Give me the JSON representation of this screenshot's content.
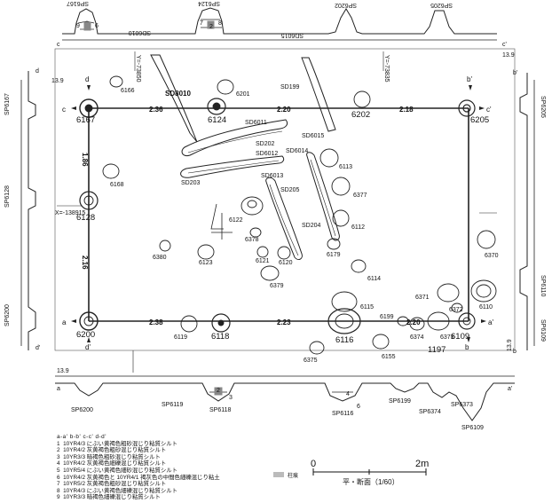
{
  "pits": [
    {
      "id": "6166",
      "label": "6166"
    },
    {
      "id": "6167",
      "label": "6167"
    },
    {
      "id": "6201",
      "label": "6201"
    },
    {
      "id": "6124",
      "label": "6124"
    },
    {
      "id": "6202",
      "label": "6202"
    },
    {
      "id": "6205",
      "label": "6205"
    },
    {
      "id": "6168",
      "label": "6168"
    },
    {
      "id": "6128",
      "label": "6128"
    },
    {
      "id": "6113",
      "label": "6113"
    },
    {
      "id": "6377",
      "label": "6377"
    },
    {
      "id": "6112",
      "label": "6112"
    },
    {
      "id": "6122",
      "label": "6122"
    },
    {
      "id": "6378",
      "label": "6378"
    },
    {
      "id": "6380",
      "label": "6380"
    },
    {
      "id": "6123",
      "label": "6123"
    },
    {
      "id": "6121",
      "label": "6121"
    },
    {
      "id": "6120",
      "label": "6120"
    },
    {
      "id": "6179",
      "label": "6179"
    },
    {
      "id": "6379",
      "label": "6379"
    },
    {
      "id": "6114",
      "label": "6114"
    },
    {
      "id": "6370",
      "label": "6370"
    },
    {
      "id": "6371",
      "label": "6371"
    },
    {
      "id": "6110",
      "label": "6110"
    },
    {
      "id": "6115",
      "label": "6115"
    },
    {
      "id": "6372",
      "label": "6372"
    },
    {
      "id": "6199",
      "label": "6199"
    },
    {
      "id": "6374",
      "label": "6374"
    },
    {
      "id": "6373",
      "label": "6373"
    },
    {
      "id": "6200",
      "label": "6200"
    },
    {
      "id": "6119",
      "label": "6119"
    },
    {
      "id": "6118",
      "label": "6118"
    },
    {
      "id": "6116",
      "label": "6116"
    },
    {
      "id": "6109",
      "label": "6109"
    },
    {
      "id": "6375",
      "label": "6375"
    },
    {
      "id": "6155",
      "label": "6155"
    },
    {
      "id": "1197",
      "label": "1197"
    }
  ],
  "ditches": {
    "SD8010": "SD8010",
    "SD199": "SD199",
    "SD6011": "SD6011",
    "SD202": "SD202",
    "SD6012": "SD6012",
    "SD6014": "SD6014",
    "SD6015": "SD6015",
    "SD6013": "SD6013",
    "SD203": "SD203",
    "SD205": "SD205",
    "SD204": "SD204"
  },
  "distances": {
    "top_left": "2.36",
    "top_mid": "2.20",
    "top_right": "2.18",
    "left_upper": "1.86",
    "left_lower": "2.16",
    "bottom_left": "2.38",
    "bottom_mid": "2.23",
    "bottom_right": "2.20"
  },
  "grid": {
    "y_left": "Y=-73850",
    "y_right": "Y=-73835",
    "x_mark": "X=-138915"
  },
  "section_letters": {
    "a": "a",
    "a_prime": "a'",
    "b": "b",
    "b_prime": "b'",
    "c": "c",
    "c_prime": "c'",
    "d": "d",
    "d_prime": "d'"
  },
  "elevations": {
    "left_top": "13.9",
    "right_top": "13.9",
    "bottom_left": "13.9",
    "bottom_right": "13.9"
  },
  "top_section": {
    "SP6167": "SP6167",
    "SP6124": "SP6124",
    "SD6010": "SD6010",
    "SD6015": "SD6015",
    "SP6202": "SP6202",
    "SP6205": "SP6205",
    "nums": [
      "9",
      "6",
      "7",
      "2",
      "8",
      "9",
      "1"
    ]
  },
  "left_section": {
    "SP6167": "SP6167",
    "SP6128": "SP6128",
    "SP6200": "SP6200"
  },
  "right_section": {
    "SP6205": "SP6205",
    "SP6110": "SP6110",
    "SP6109": "SP6109"
  },
  "bottom_section": {
    "SP6200": "SP6200",
    "SP6119": "SP6119",
    "SP6118": "SP6118",
    "SP6116": "SP6116",
    "SP6199": "SP6199",
    "SP6374": "SP6374",
    "SP6373": "SP6373",
    "SP6109": "SP6109",
    "nums_6118": [
      "2",
      "3"
    ],
    "nums_6116": [
      "4",
      "6"
    ]
  },
  "legend": {
    "header": "a-a'  b-b'  c-c'  d-d'",
    "rows": [
      {
        "n": "1",
        "text": "10YR4/3 にぶい黄褐色粗砂混じり粘質シルト"
      },
      {
        "n": "2",
        "text": "10YR4/2 灰黄褐色粗砂混じり粘質シルト"
      },
      {
        "n": "3",
        "text": "10YR3/3 暗褐色粗砂混じり粘質シルト"
      },
      {
        "n": "4",
        "text": "10YR4/2 灰黄褐色細礫混じり粘質シルト"
      },
      {
        "n": "5",
        "text": "10YR5/4 にぶい黄褐色細砂混じり粘質シルト"
      },
      {
        "n": "6",
        "text": "10YR4/2 灰黄褐色と 10YR4/1 褐灰色の中間色細礫混じり粘土"
      },
      {
        "n": "7",
        "text": "10YR5/2 灰黄褐色粗砂混じり粘質シルト"
      },
      {
        "n": "8",
        "text": "10YR4/3 にぶい黄褐色細礫混じり粘質シルト"
      },
      {
        "n": "9",
        "text": "10YR3/3 暗褐色細礫混じり粘質シルト"
      }
    ]
  },
  "scale": {
    "key_label": "柱痕",
    "zero": "0",
    "end": "2m",
    "caption": "平・断面（1/60）"
  }
}
